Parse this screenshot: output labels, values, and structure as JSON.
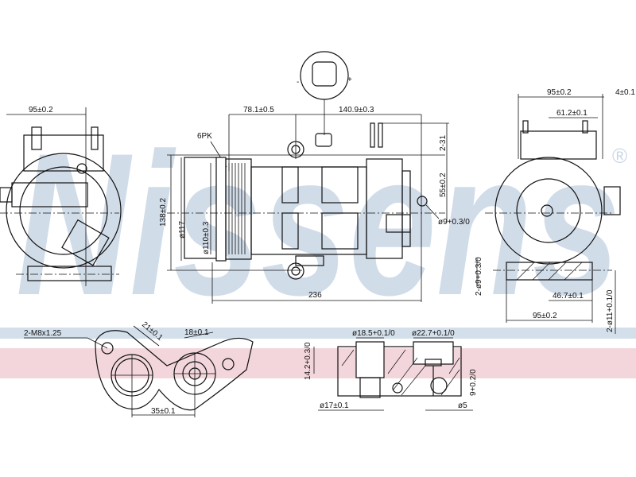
{
  "watermark": {
    "brand": "Nissens",
    "registered_mark": "®",
    "color": "#c9d6e6"
  },
  "bands": {
    "blue": "#d3dfea",
    "pink": "#f3d6dc"
  },
  "connector": {
    "minus": "-",
    "plus": "+"
  },
  "left_view": {
    "width_dim": "95±0.2"
  },
  "side_view": {
    "dim_front": "78.1±0.5",
    "dim_rear": "140.9±0.3",
    "belt": "6PK",
    "height": "138±0.2",
    "pulley_outer": "ø117",
    "pulley_inner": "ø110±0.3",
    "top_offset": "2-31",
    "mount_offset": "55±0.2",
    "hole": "ø9+0.3/0",
    "length": "236"
  },
  "right_view": {
    "width_top": "95±0.2",
    "side_offset": "4±0.1",
    "inner_width": "61.2±0.1",
    "holes": "2-ø9+0.3/0",
    "bottom_inner": "46.7±0.1",
    "bottom_width": "95±0.2",
    "bottom_holes": "2-ø11+0.1/0"
  },
  "port_plate": {
    "thread": "2-M8x1.25",
    "angle_dim": "21±0.1",
    "dim_18": "18±0.1",
    "spacing": "35±0.1"
  },
  "section_view": {
    "bore_1": "ø18.5+0.1/0",
    "bore_2": "ø22.7+0.1/0",
    "depth": "14.2+0.3/0",
    "depth_2": "9+0.2/0",
    "bore_3": "ø17±0.1",
    "bore_4": "ø5"
  }
}
